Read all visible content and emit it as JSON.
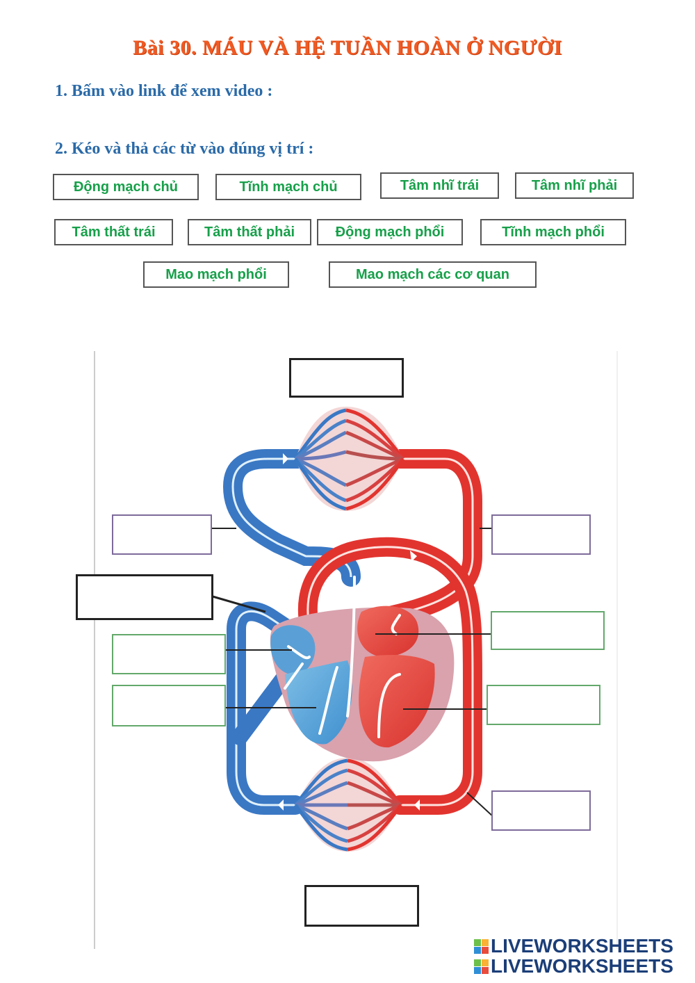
{
  "title": "Bài 30. MÁU VÀ HỆ TUẦN HOÀN Ở NGƯỜI",
  "questions": {
    "q1": "1. Bấm vào link để xem video :",
    "q2": "2. Kéo và thả các từ vào đúng vị trí :"
  },
  "word_bank": [
    "Động mạch chủ",
    "Tĩnh mạch chủ",
    "Tâm nhĩ trái",
    "Tâm nhĩ phải",
    "Tâm thất trái",
    "Tâm thất phải",
    "Động mạch phổi",
    "Tĩnh mạch phổi",
    "Mao mạch phổi",
    "Mao mạch các cơ quan"
  ],
  "drop_zone_count": 10,
  "colors": {
    "title": "#f05a23",
    "question": "#2a6aa8",
    "chip_text": "#17a04a",
    "vein_blue": "#3a78c4",
    "artery_red": "#e2342f"
  },
  "watermark": "LIVEWORKSHEETS"
}
